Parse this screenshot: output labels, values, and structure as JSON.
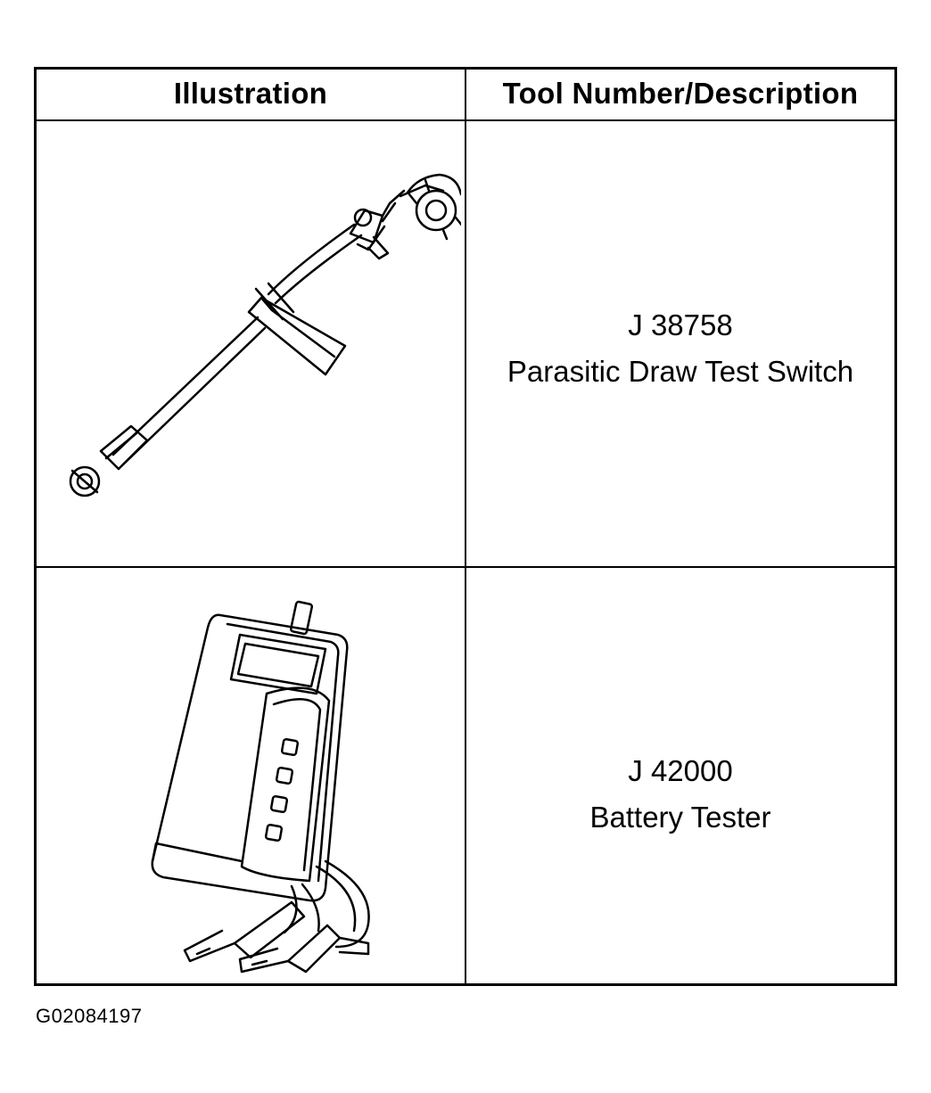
{
  "table": {
    "headers": {
      "illustration": "Illustration",
      "description": "Tool Number/Description"
    },
    "rows": [
      {
        "tool_number": "J 38758",
        "description": "Parasitic Draw Test Switch",
        "illustration_icon": "parasitic-draw-test-switch-icon"
      },
      {
        "tool_number": "J 42000",
        "description": "Battery Tester",
        "illustration_icon": "battery-tester-icon"
      }
    ]
  },
  "figure_id": "G02084197"
}
